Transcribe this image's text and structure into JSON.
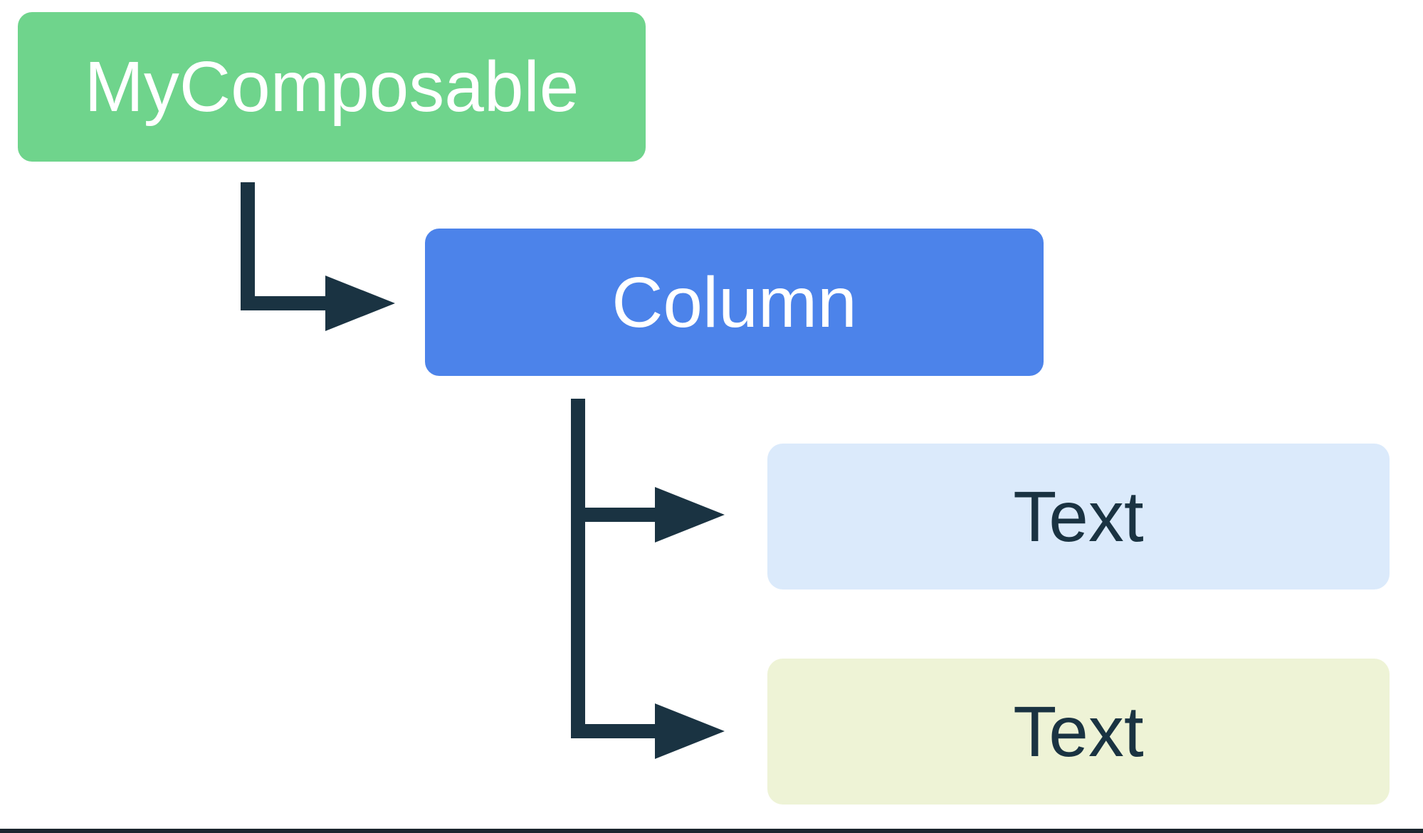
{
  "diagram": {
    "title": "composable-hierarchy",
    "nodes": {
      "root": {
        "label": "MyComposable",
        "bg": "#6fd48c",
        "text_color": "#ffffff"
      },
      "column": {
        "label": "Column",
        "bg": "#4c83ea",
        "text_color": "#ffffff"
      },
      "text1": {
        "label": "Text",
        "bg": "#dbeafb",
        "text_color": "#1a3342"
      },
      "text2": {
        "label": "Text",
        "bg": "#eef3d6",
        "text_color": "#1a3342"
      }
    },
    "edges": [
      {
        "from": "root",
        "to": "column"
      },
      {
        "from": "column",
        "to": "text1"
      },
      {
        "from": "column",
        "to": "text2"
      }
    ],
    "arrow_color": "#1a3342",
    "bottom_border_color": "#1c262e",
    "background_color": "#ffffff"
  }
}
